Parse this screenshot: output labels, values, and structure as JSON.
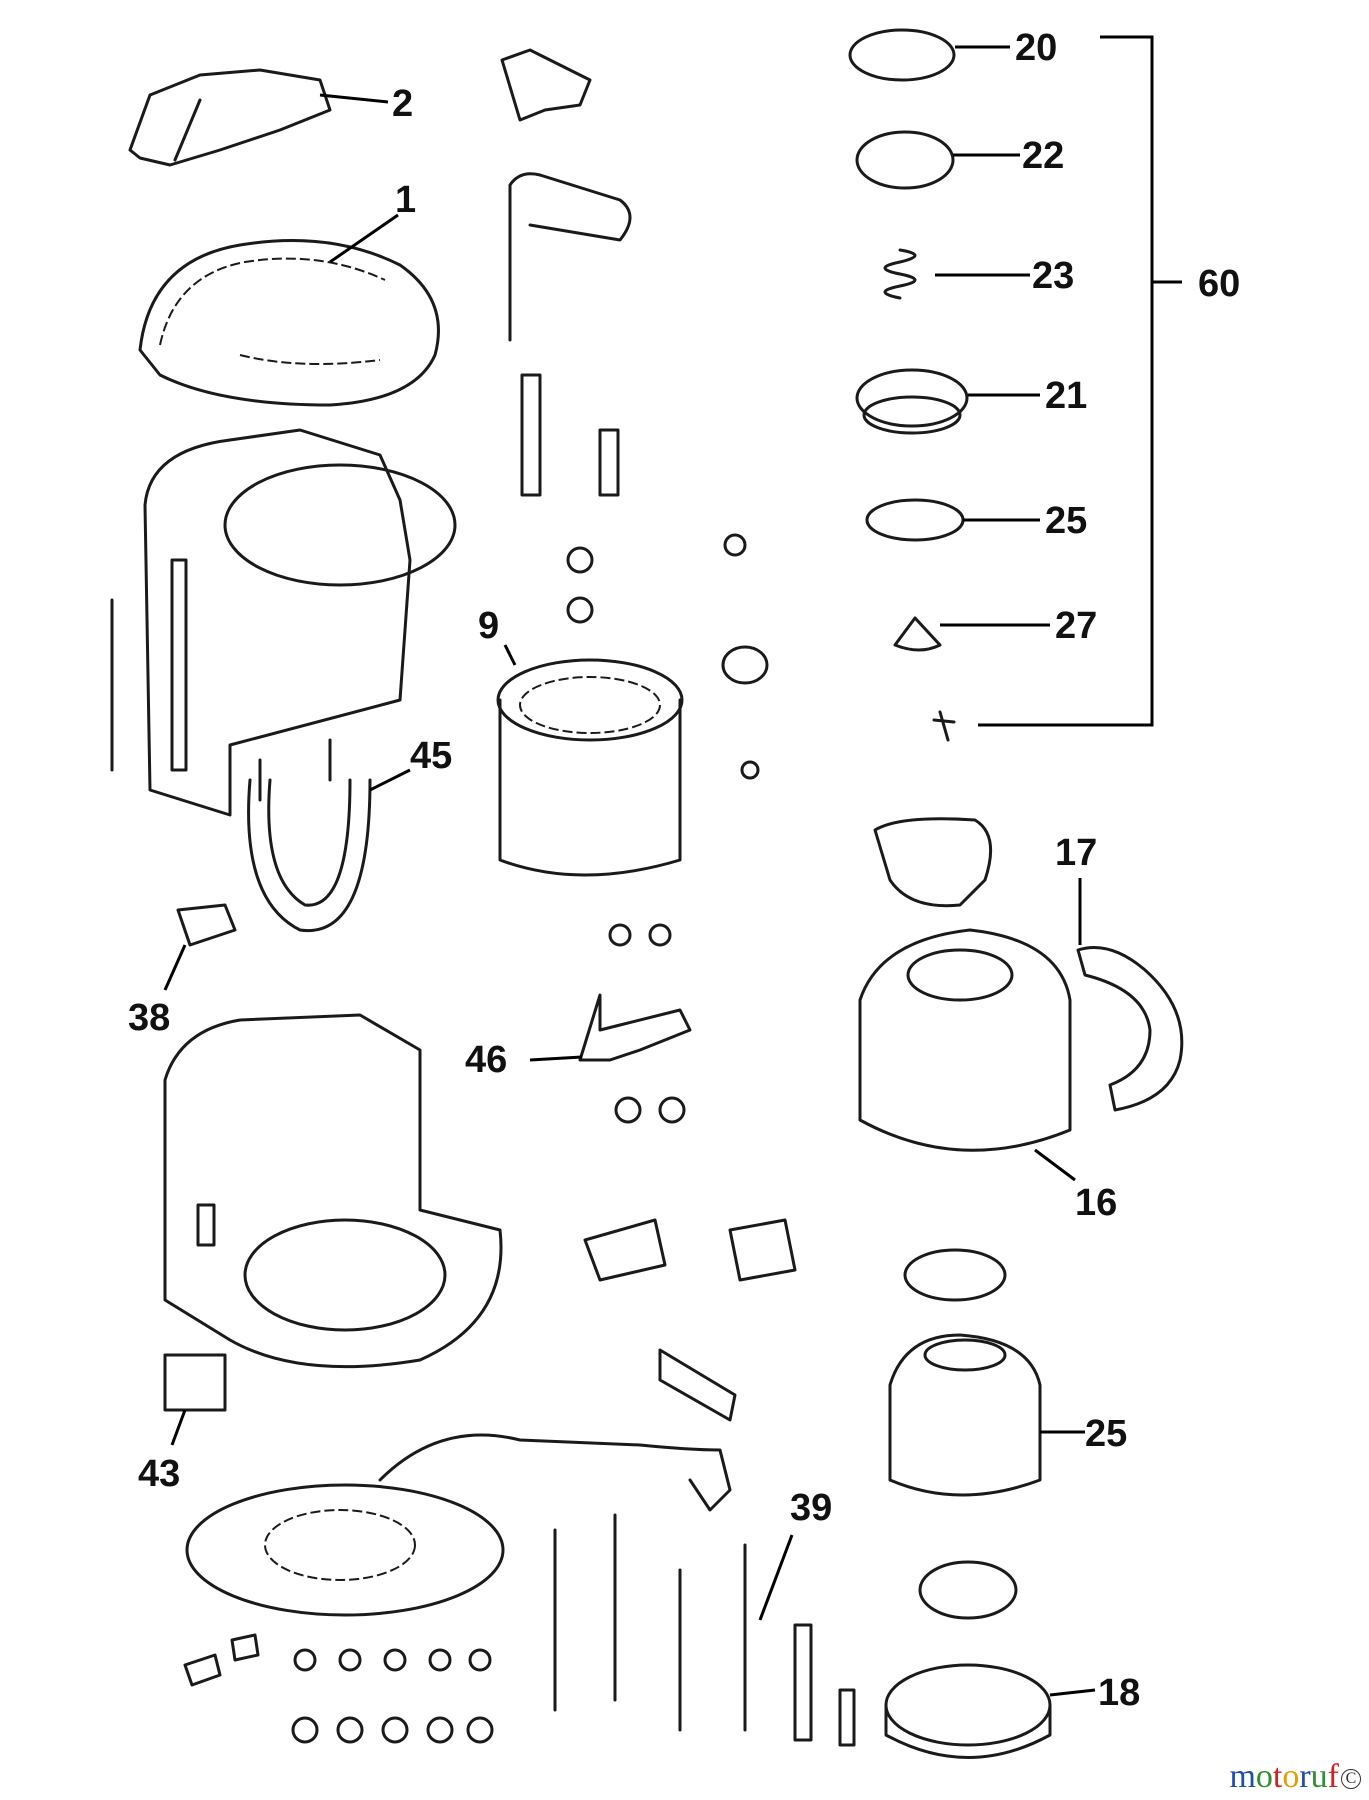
{
  "callouts": {
    "c1": "1",
    "c2": "2",
    "c9": "9",
    "c16": "16",
    "c17": "17",
    "c18": "18",
    "c20": "20",
    "c21": "21",
    "c22": "22",
    "c23": "23",
    "c25a": "25",
    "c25b": "25",
    "c27": "27",
    "c38": "38",
    "c39": "39",
    "c43": "43",
    "c45": "45",
    "c46": "46",
    "c60": "60"
  },
  "watermark": {
    "letters": [
      "m",
      "o",
      "t",
      "o",
      "r",
      "u",
      "f"
    ],
    "colors": [
      "#1f4fa8",
      "#2f8f2f",
      "#d42020",
      "#e0a000",
      "#1f4fa8",
      "#2f8f2f",
      "#d42020"
    ],
    "badge": "C"
  }
}
